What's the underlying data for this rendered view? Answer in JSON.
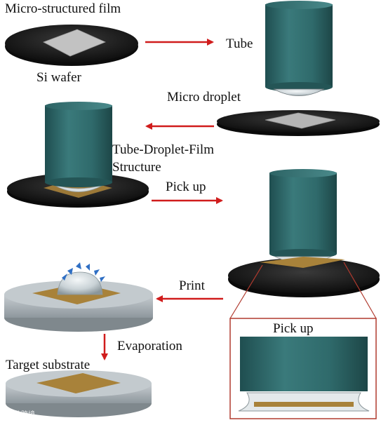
{
  "labels": {
    "film": "Micro-structured film",
    "tube": "Tube",
    "wafer": "Si wafer",
    "droplet": "Micro droplet",
    "tdf_line1": "Tube-Droplet-Film",
    "tdf_line2": "Structure",
    "pickup": "Pick up",
    "print": "Print",
    "pickup_inset": "Pick up",
    "evaporation": "Evaporation",
    "target": "Target substrate"
  },
  "watermark": "大数跨境",
  "colors": {
    "tube": "#2f6a6b",
    "wafer": "#1c1c1c",
    "film": "#b8b8b8",
    "substrate": "#b4bcc1",
    "gold": "#a8823a",
    "arrow": "#d01c1c",
    "droplet_arrows": "#2f6fc4",
    "inset_border": "#b03a2e"
  }
}
